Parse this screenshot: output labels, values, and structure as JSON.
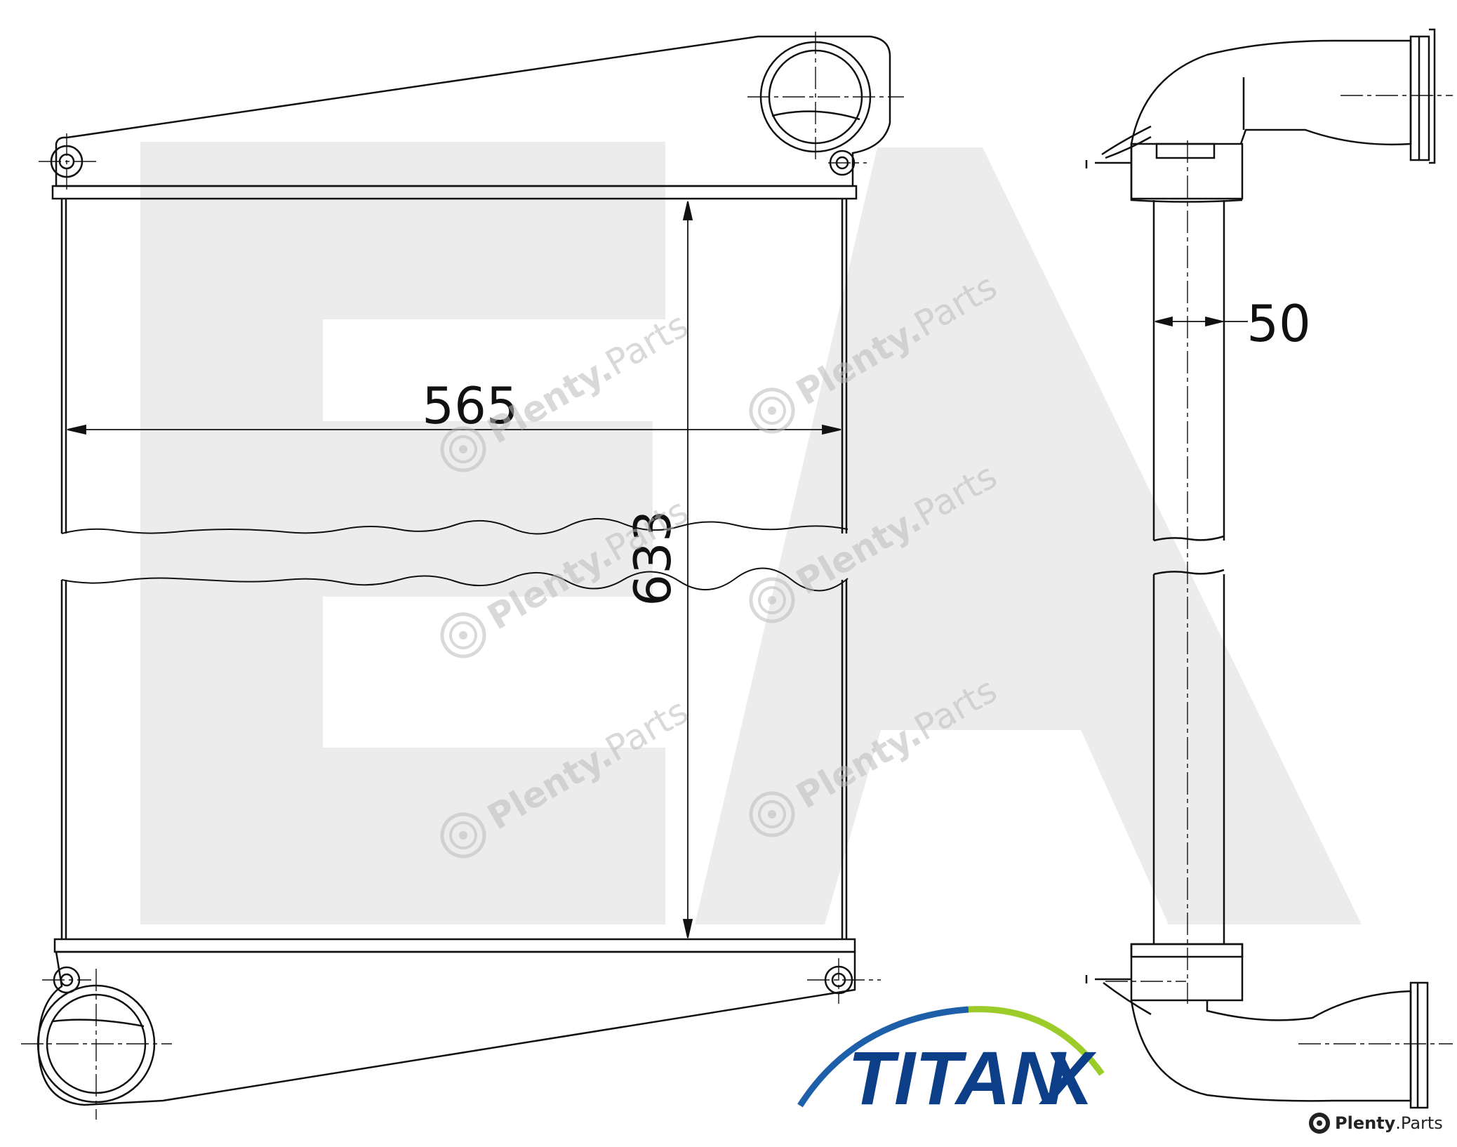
{
  "dimensions": {
    "width": "565",
    "height": "633",
    "depth": "50"
  },
  "logo": {
    "brand_main": "TITAN",
    "brand_x": "X",
    "brand_color": "#0c3f87",
    "arc_blue": "#1d5fa8",
    "arc_green": "#9ccc2a"
  },
  "watermark": {
    "brand": "Plenty",
    "dot": ".",
    "suffix": "Parts",
    "color": "#bbbbbb",
    "bg_letters_color": "#ececec"
  },
  "corner_mark": {
    "brand": "Plenty",
    "suffix": ".Parts",
    "icon": "brake-disc-icon"
  }
}
